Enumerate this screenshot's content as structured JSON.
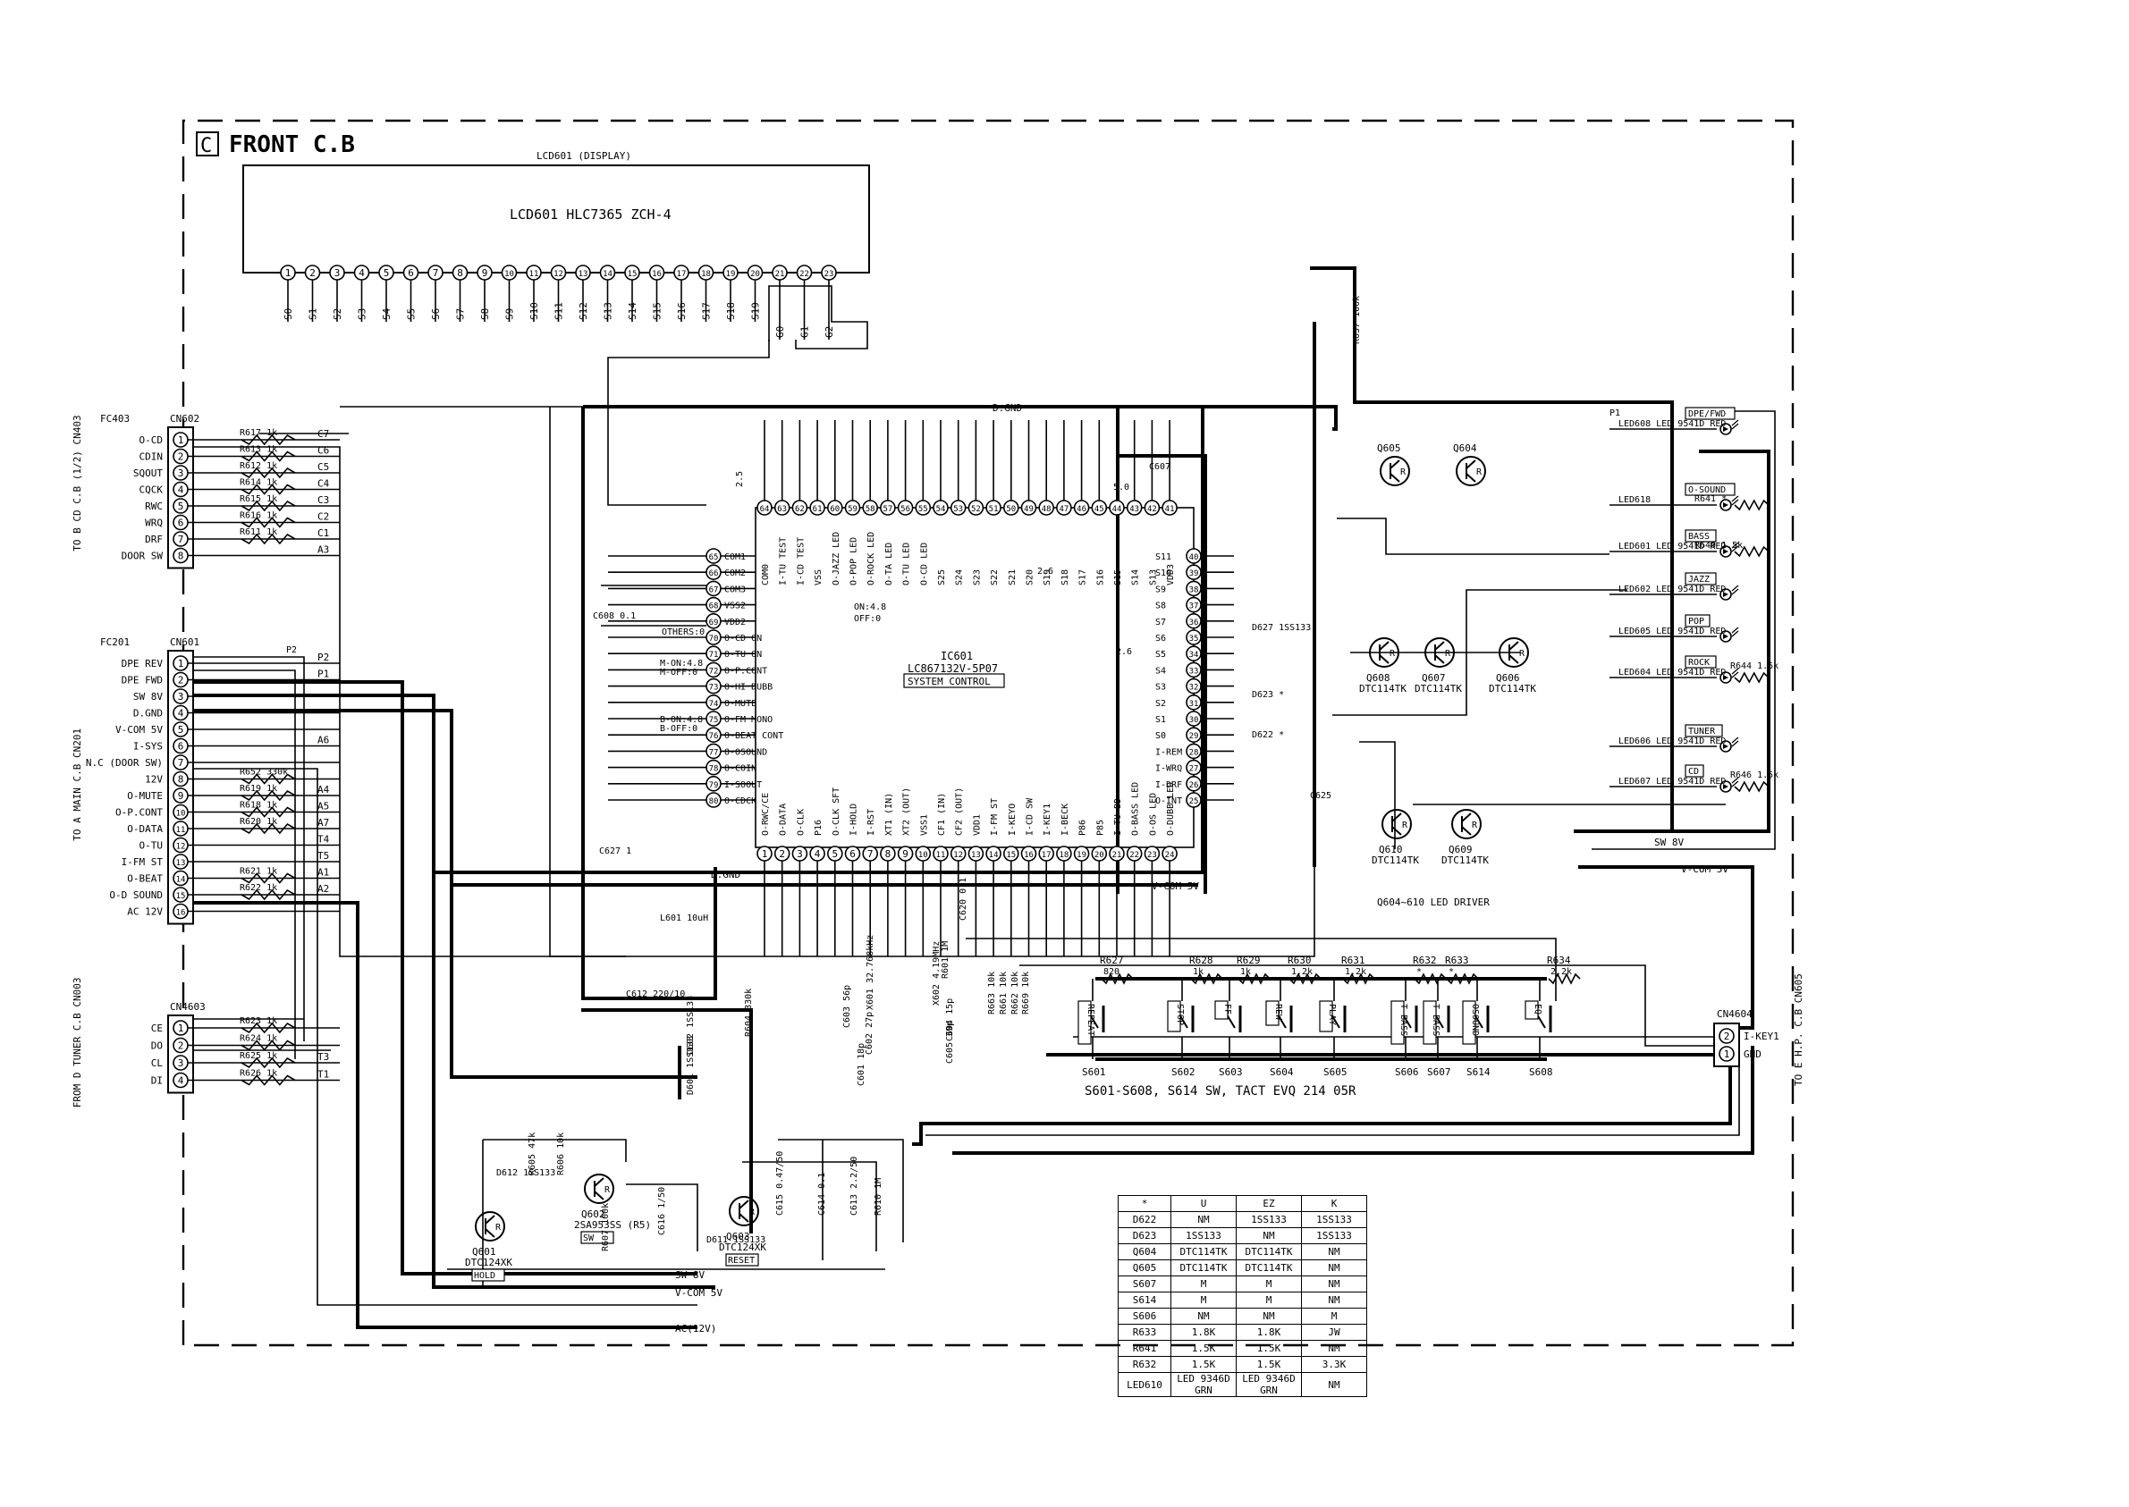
{
  "title": {
    "letter": "C",
    "text": "FRONT C.B"
  },
  "lcd": {
    "caption": "LCD601 (DISPLAY)",
    "model": "LCD601 HLC7365 ZCH-4",
    "pins": [
      "1",
      "2",
      "3",
      "4",
      "5",
      "6",
      "7",
      "8",
      "9",
      "10",
      "11",
      "12",
      "13",
      "14",
      "15",
      "16",
      "17",
      "18",
      "19",
      "20",
      "21",
      "22",
      "23"
    ],
    "segs": [
      "S0",
      "S1",
      "S2",
      "S3",
      "S4",
      "S5",
      "S6",
      "S7",
      "S8",
      "S9",
      "S10",
      "S11",
      "S12",
      "S13",
      "S14",
      "S15",
      "S16",
      "S17",
      "S18",
      "S19"
    ],
    "coms": [
      "G0",
      "G1",
      "G2"
    ]
  },
  "ic": {
    "ref": "IC601",
    "part": "LC867132V-5P07",
    "func": "SYSTEM CONTROL",
    "top_pins": [
      "64",
      "63",
      "62",
      "61",
      "60",
      "59",
      "58",
      "57",
      "56",
      "55",
      "54",
      "53",
      "52",
      "51",
      "50",
      "49",
      "48",
      "47",
      "46",
      "45",
      "44",
      "43",
      "42",
      "41"
    ],
    "top_labels": [
      "COM0",
      "I-TU TEST",
      "I-CD TEST",
      "VSS",
      "O-JAZZ LED",
      "O-POP LED",
      "O-ROCK LED",
      "O-TA LED",
      "O-TU LED",
      "O-CD LED",
      "S25",
      "S24",
      "S23",
      "S22",
      "S21",
      "S20",
      "S19",
      "S18",
      "S17",
      "S16",
      "S15",
      "S14",
      "S13",
      "VDD3"
    ],
    "left_pins": [
      "65",
      "66",
      "67",
      "68",
      "69",
      "70",
      "71",
      "72",
      "73",
      "74",
      "75",
      "76",
      "77",
      "78",
      "79",
      "80"
    ],
    "left_labels": [
      "COM1",
      "COM2",
      "COM3",
      "VSS2",
      "VDD2",
      "O-CD ON",
      "O-TU ON",
      "O-P.CONT",
      "O-HI DUBB",
      "O-MUTE",
      "O-FM MONO",
      "O-BEAT CONT",
      "O-OSOUND",
      "O-COIN",
      "I-SOOUT",
      "O-CDCK"
    ],
    "bottom_pins": [
      "1",
      "2",
      "3",
      "4",
      "5",
      "6",
      "7",
      "8",
      "9",
      "10",
      "11",
      "12",
      "13",
      "14",
      "15",
      "16",
      "17",
      "18",
      "19",
      "20",
      "21",
      "22",
      "23",
      "24"
    ],
    "bottom_labels": [
      "O-RWC/CE",
      "O-DATA",
      "O-CLK",
      "P16",
      "O-CLK SFT",
      "I-HOLD",
      "I-RST",
      "XT1 (IN)",
      "XT2 (OUT)",
      "VSS1",
      "CF1 (IN)",
      "CF2 (OUT)",
      "VDD1",
      "I-FM ST",
      "I-KEYO",
      "I-CD SW",
      "I-KEY1",
      "I-BECK",
      "P86",
      "P85",
      "I-TU BD",
      "O-BASS LED",
      "O-OS LED",
      "O-DUBB LED"
    ],
    "right_pins": [
      "40",
      "39",
      "38",
      "37",
      "36",
      "35",
      "34",
      "33",
      "32",
      "31",
      "30",
      "29",
      "28",
      "27",
      "26",
      "25"
    ],
    "right_labels": [
      "S11",
      "S10",
      "S9",
      "S8",
      "S7",
      "S6",
      "S5",
      "S4",
      "S3",
      "S2",
      "S1",
      "S0",
      "I-REM",
      "I-WRQ",
      "I-DRF",
      "O-INT"
    ],
    "notes": [
      "2.5",
      "2.6",
      "2.6",
      "5.0",
      "ON:4.8",
      "OFF:0",
      "OTHERS:0",
      "M-ON:4.8",
      "M-OFF:0",
      "B-ON:4.8",
      "B-OFF:0"
    ]
  },
  "cn602": {
    "name": "CN602",
    "fc": "FC403",
    "to": "TO B CD C.B (1/2) CN403",
    "rows": [
      {
        "label": "O-CD",
        "pin": "1",
        "r": "R617 1k",
        "net": "C7"
      },
      {
        "label": "CDIN",
        "pin": "2",
        "r": "R613 1k",
        "net": "C6"
      },
      {
        "label": "SQOUT",
        "pin": "3",
        "r": "R612 1k",
        "net": "C5"
      },
      {
        "label": "CQCK",
        "pin": "4",
        "r": "R614 1k",
        "net": "C4"
      },
      {
        "label": "RWC",
        "pin": "5",
        "r": "R615 1k",
        "net": "C3"
      },
      {
        "label": "WRQ",
        "pin": "6",
        "r": "R616 1k",
        "net": "C2"
      },
      {
        "label": "DRF",
        "pin": "7",
        "r": "R611 1k",
        "net": "C1"
      },
      {
        "label": "DOOR SW",
        "pin": "8",
        "r": "",
        "net": "A3"
      }
    ]
  },
  "cn601": {
    "name": "CN601",
    "fc": "FC201",
    "to": "TO A MAIN C.B CN201",
    "rows": [
      {
        "label": "DPE REV",
        "pin": "1",
        "r": "",
        "net": "P2"
      },
      {
        "label": "DPE FWD",
        "pin": "2",
        "r": "",
        "net": "P1"
      },
      {
        "label": "SW 8V",
        "pin": "3",
        "r": "",
        "net": ""
      },
      {
        "label": "D.GND",
        "pin": "4",
        "r": "",
        "net": ""
      },
      {
        "label": "V-COM 5V",
        "pin": "5",
        "r": "",
        "net": ""
      },
      {
        "label": "I-SYS",
        "pin": "6",
        "r": "",
        "net": "A6"
      },
      {
        "label": "N.C (DOOR SW)",
        "pin": "7",
        "r": "",
        "net": ""
      },
      {
        "label": "12V",
        "pin": "8",
        "r": "R652 330k",
        "net": ""
      },
      {
        "label": "O-MUTE",
        "pin": "9",
        "r": "R619 1k",
        "net": "A4"
      },
      {
        "label": "O-P.CONT",
        "pin": "10",
        "r": "R618 1k",
        "net": "A5"
      },
      {
        "label": "O-DATA",
        "pin": "11",
        "r": "R620 1k",
        "net": "A7"
      },
      {
        "label": "O-TU",
        "pin": "12",
        "r": "",
        "net": "T4"
      },
      {
        "label": "I-FM ST",
        "pin": "13",
        "r": "",
        "net": "T5"
      },
      {
        "label": "O-BEAT",
        "pin": "14",
        "r": "R621 1k",
        "net": "A1"
      },
      {
        "label": "O-D SOUND",
        "pin": "15",
        "r": "R622 1k",
        "net": "A2"
      },
      {
        "label": "AC 12V",
        "pin": "16",
        "r": "",
        "net": ""
      }
    ]
  },
  "cn4603": {
    "name": "CN4603",
    "to": "FROM D TUNER C.B CN003",
    "rows": [
      {
        "label": "CE",
        "pin": "1",
        "r": "R623 1k",
        "net": ""
      },
      {
        "label": "DO",
        "pin": "2",
        "r": "R624 1k",
        "net": ""
      },
      {
        "label": "CL",
        "pin": "3",
        "r": "R625 1k",
        "net": "T3"
      },
      {
        "label": "DI",
        "pin": "4",
        "r": "R626 1k",
        "net": "T1"
      }
    ]
  },
  "cn4604": {
    "name": "CN4604",
    "to": "TO E H.P. C.B CN605",
    "rows": [
      {
        "pin": "2",
        "label": "I-KEY1"
      },
      {
        "pin": "1",
        "label": "GND"
      }
    ]
  },
  "nets": {
    "dgnd": "D.GND",
    "vcom": "V-COM 5V",
    "sw8v": "SW 8V",
    "ac12v": "AC(12V)",
    "v12": "(12V)",
    "ucom": "V-COM 5V"
  },
  "transistors": [
    {
      "ref": "Q605",
      "part": ""
    },
    {
      "ref": "Q604",
      "part": ""
    },
    {
      "ref": "Q608",
      "part": "DTC114TK"
    },
    {
      "ref": "Q607",
      "part": "DTC114TK"
    },
    {
      "ref": "Q606",
      "part": "DTC114TK"
    },
    {
      "ref": "Q610",
      "part": "DTC114TK"
    },
    {
      "ref": "Q609",
      "part": "DTC114TK"
    },
    {
      "ref": "Q601",
      "part": "DTC124XK",
      "tag": "HOLD"
    },
    {
      "ref": "Q602",
      "part": "2SA953SS (R5)",
      "tag": "SW"
    },
    {
      "ref": "Q603",
      "part": "DTC124XK",
      "tag": "RESET"
    }
  ],
  "led_driver": "Q604~610 LED DRIVER",
  "leds": [
    {
      "ref": "LED608",
      "part": "LED 9541D RED",
      "tag": "DPE/FWD",
      "r": ""
    },
    {
      "ref": "LED618",
      "part": "",
      "tag": "O-SOUND",
      "r": "R641 *"
    },
    {
      "ref": "LED601",
      "part": "LED 9541D RED",
      "tag": "BASS",
      "r": "R640 1.5k"
    },
    {
      "ref": "LED602",
      "part": "LED 9541D RED",
      "tag": "JAZZ",
      "r": ""
    },
    {
      "ref": "LED605",
      "part": "LED 9541D RED",
      "tag": "POP",
      "r": ""
    },
    {
      "ref": "LED604",
      "part": "LED 9541D RED",
      "tag": "ROCK",
      "r": "R644 1.5k"
    },
    {
      "ref": "LED606",
      "part": "LED 9541D RED",
      "tag": "TUNER",
      "r": ""
    },
    {
      "ref": "LED607",
      "part": "LED 9541D RED",
      "tag": "CD",
      "r": "R646 1.5k"
    }
  ],
  "switches": [
    {
      "ref": "S601",
      "tag": "REPEAT",
      "r": "R627 820"
    },
    {
      "ref": "S602",
      "tag": "STOP",
      "r": "R628 1k"
    },
    {
      "ref": "S603",
      "tag": "FF",
      "r": "R629 1k"
    },
    {
      "ref": "S604",
      "tag": "REW",
      "r": "R630 1.2k"
    },
    {
      "ref": "S605",
      "tag": "PLAY",
      "r": "R631 1.2k"
    },
    {
      "ref": "S606",
      "tag": "T-BASS",
      "r": "R632 *"
    },
    {
      "ref": "S607",
      "tag": "T-BASS",
      "r": "R633 *"
    },
    {
      "ref": "S614",
      "tag": "OSOUND",
      "r": ""
    },
    {
      "ref": "S608",
      "tag": "EQ",
      "r": "R634 2.2k"
    }
  ],
  "switch_note": "S601-S608, S614 SW, TACT EVQ 214 05R",
  "misc_parts": [
    "C607",
    "C608 0.1",
    "C627 1",
    "C625",
    "C620 0.1",
    "C612 220/10",
    "L601 10uH",
    "R604 330k",
    "D602 1SS133",
    "D601 1SS133",
    "D612 1SS133",
    "R605 47k",
    "R606 10k",
    "R607 100k",
    "C616 1/50",
    "D611 1SS133",
    "C615 0.47/50",
    "C614 0.1",
    "C613 2.2/50",
    "R610 1M",
    "X601 32.768kHz",
    "X602 4.19MHz",
    "C603 56p",
    "C604 15p",
    "C605 39p",
    "C602 27p",
    "C601 18p",
    "R601 1M",
    "R637 100k",
    "D627 1SS133",
    "D623 *",
    "D622 *",
    "R663 10k",
    "R661 10k",
    "R662 10k",
    "R669 10k",
    "P1",
    "P2"
  ],
  "table": {
    "header": [
      "*",
      "U",
      "EZ",
      "K"
    ],
    "rows": [
      [
        "D622",
        "NM",
        "1SS133",
        "1SS133"
      ],
      [
        "D623",
        "1SS133",
        "NM",
        "1SS133"
      ],
      [
        "Q604",
        "DTC114TK",
        "DTC114TK",
        "NM"
      ],
      [
        "Q605",
        "DTC114TK",
        "DTC114TK",
        "NM"
      ],
      [
        "S607",
        "M",
        "M",
        "NM"
      ],
      [
        "S614",
        "M",
        "M",
        "NM"
      ],
      [
        "S606",
        "NM",
        "NM",
        "M"
      ],
      [
        "R633",
        "1.8K",
        "1.8K",
        "JW"
      ],
      [
        "R641",
        "1.5K",
        "1.5K",
        "NM"
      ],
      [
        "R632",
        "1.5K",
        "1.5K",
        "3.3K"
      ],
      [
        "LED610",
        "LED 9346D GRN",
        "LED 9346D GRN",
        "NM"
      ]
    ]
  }
}
